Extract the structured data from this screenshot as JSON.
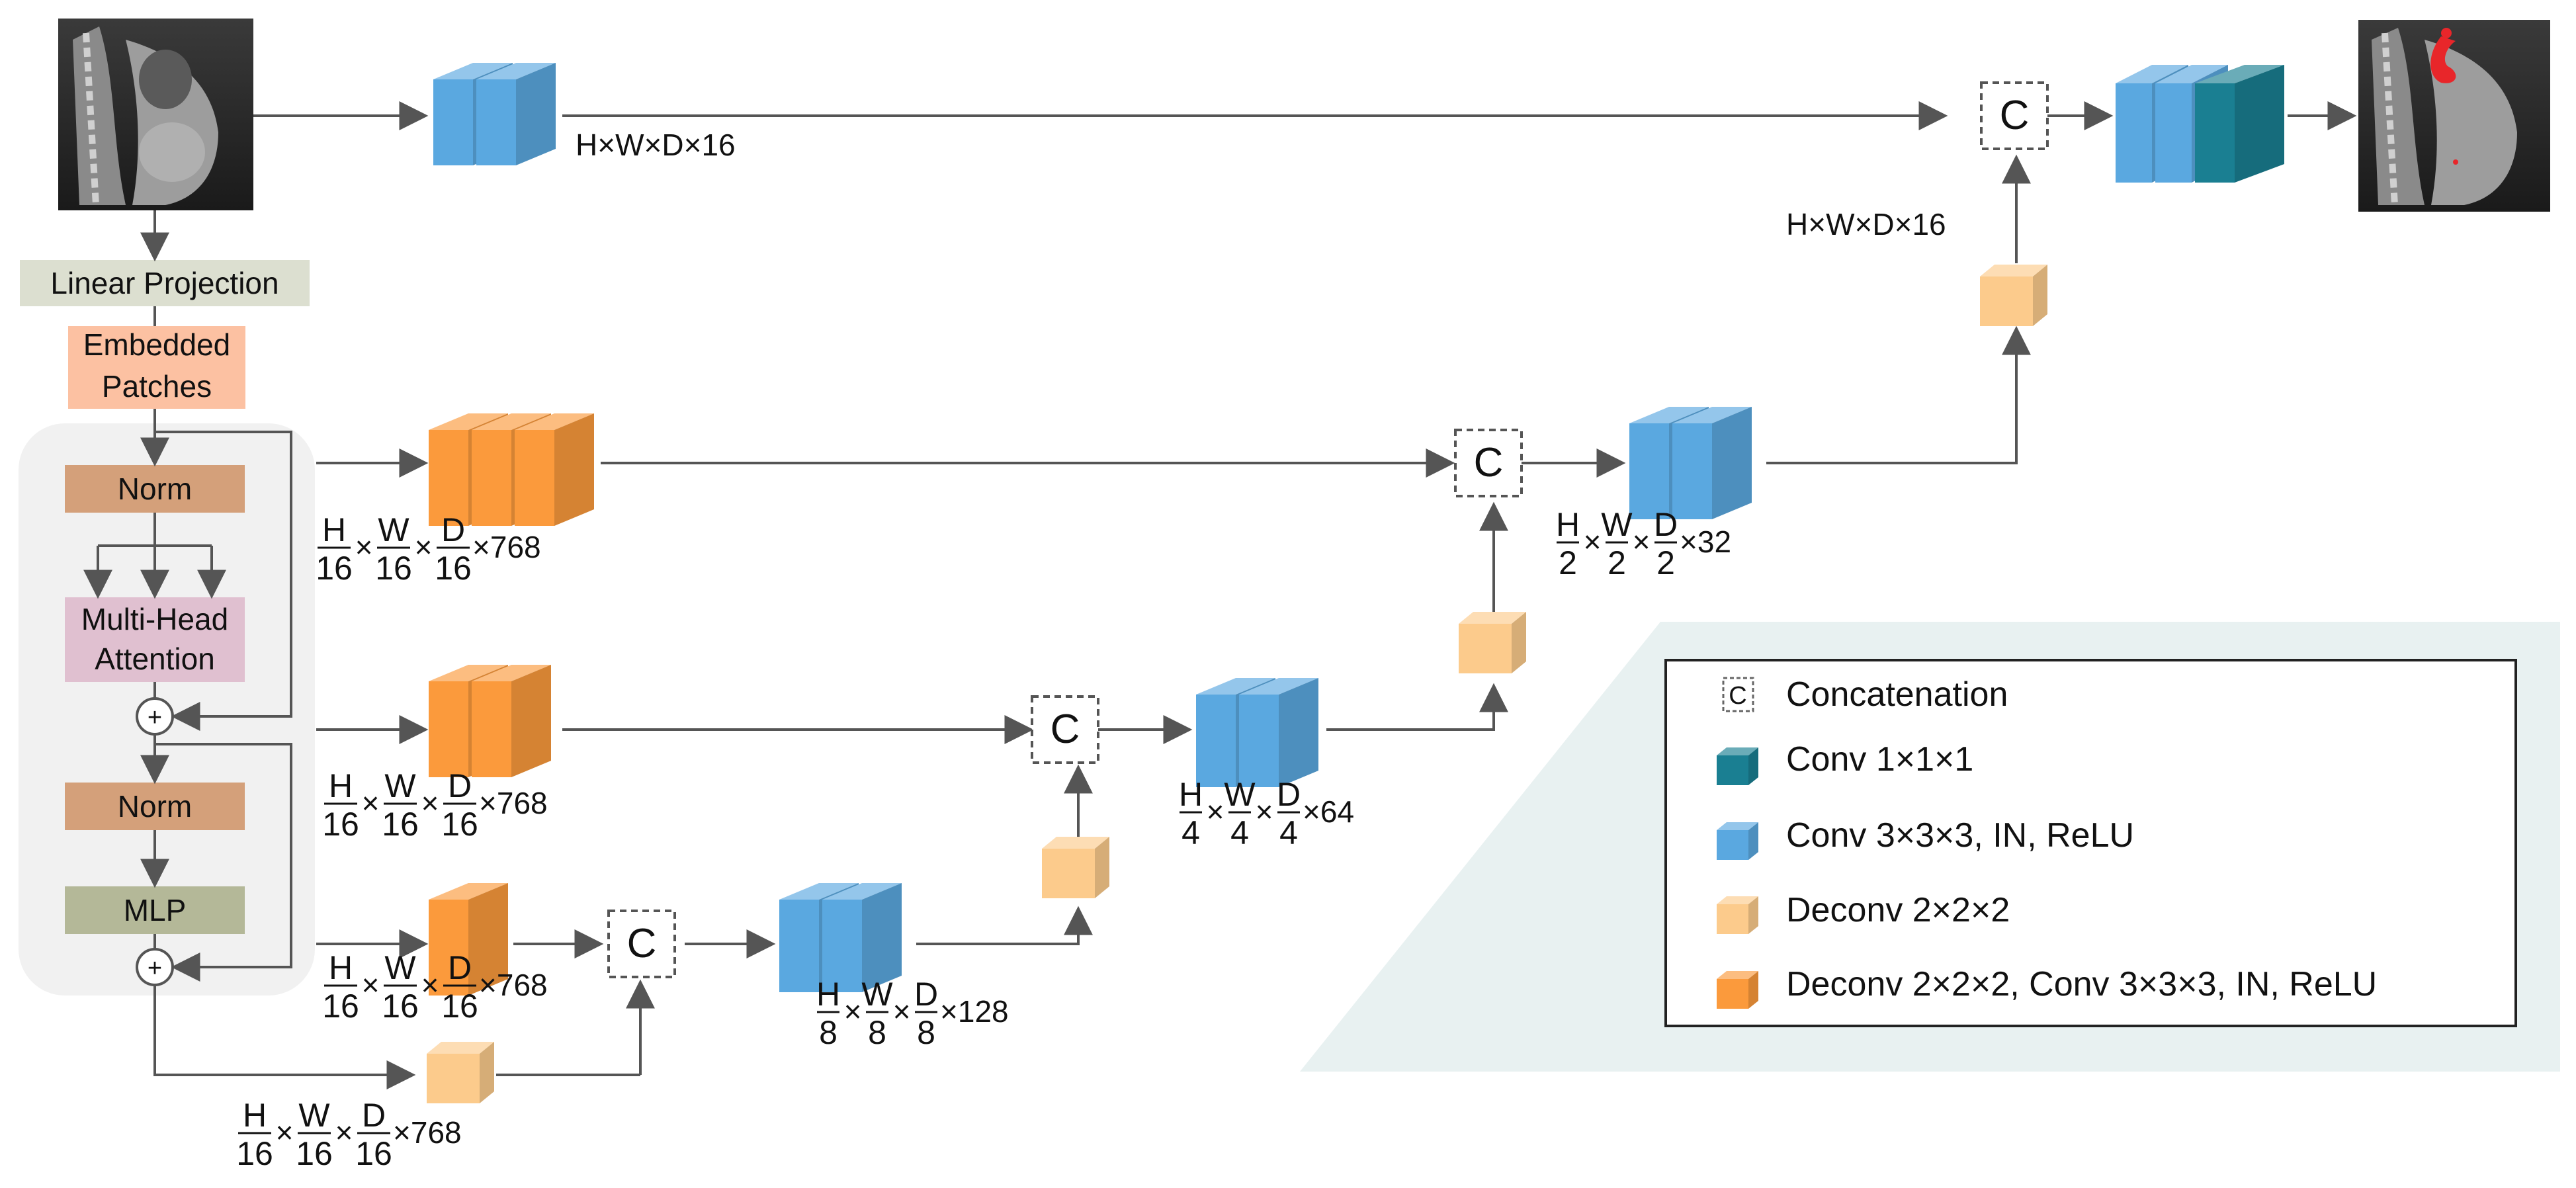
{
  "labels": {
    "linear_projection": "Linear Projection",
    "embedded_line1": "Embedded",
    "embedded_line2": "Patches",
    "norm1": "Norm",
    "mha_line1": "Multi-Head",
    "mha_line2": "Attention",
    "norm2": "Norm",
    "mlp": "MLP",
    "plus": "+",
    "concat": "C"
  },
  "dims": {
    "top_enc": "H×W×D×16",
    "top_dec": "H×W×D×16",
    "h": "H",
    "w": "W",
    "d": "D",
    "x": "×",
    "d16": "16",
    "d8": "8",
    "d4": "4",
    "d2": "2",
    "c768": "×768",
    "c128": "×128",
    "c64": "×64",
    "c32": "×32"
  },
  "legend": {
    "concat_symbol": "C",
    "items": [
      "Concatenation",
      "Conv 1×1×1",
      "Conv 3×3×3, IN, ReLU",
      "Deconv 2×2×2",
      "Deconv 2×2×2, Conv 3×3×3, IN, ReLU"
    ]
  },
  "colors": {
    "conv3": "#5aa8e0",
    "conv1": "#1a7f92",
    "deconv": "#fccb8c",
    "deconv_conv": "#fb9a3c",
    "linear_projection": "#dcdfd0",
    "embedded": "#fcc1a2",
    "norm": "#d4a07a",
    "mha": "#e0c0d0",
    "mlp": "#b4b898",
    "panel": "#f1f1f1",
    "legend_bg": "#e8f1f1",
    "arrow": "#555555"
  },
  "icons": [
    "ct-scan-input-image",
    "ct-scan-segmentation-output-image"
  ]
}
